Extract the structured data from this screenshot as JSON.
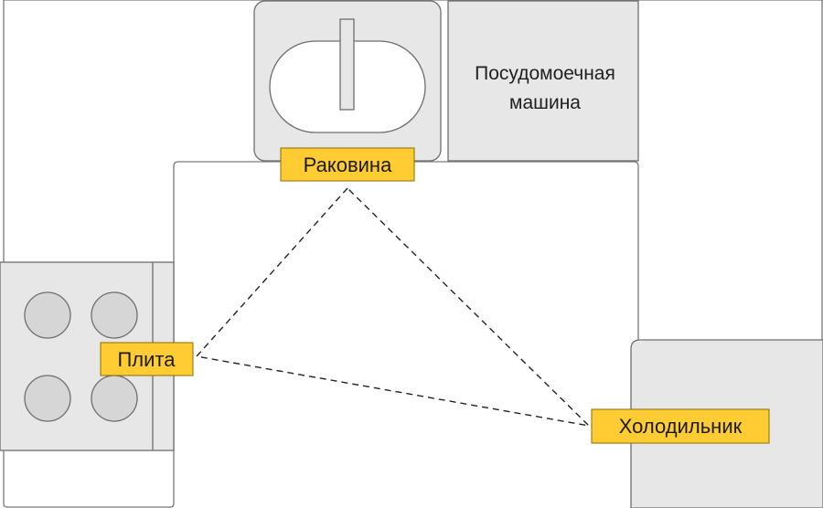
{
  "labels": {
    "sink": "Раковина",
    "stove": "Плита",
    "fridge": "Холодильник",
    "dishwasher_line1": "Посудомоечная",
    "dishwasher_line2": "машина"
  },
  "colors": {
    "tag": "#ffcc33",
    "appliance": "#e7e7e7",
    "burner": "#d6d6d6",
    "outline": "#6e6e6e",
    "background": "#ffffff"
  }
}
